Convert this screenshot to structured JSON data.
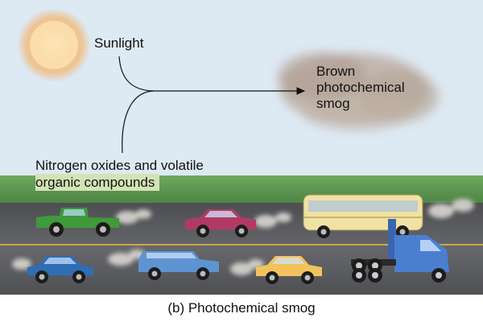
{
  "labels": {
    "sunlight": "Sunlight",
    "smog_line1": "Brown",
    "smog_line2": "photochemical",
    "smog_line3": "smog",
    "nox_line1": "Nitrogen oxides and volatile",
    "nox_line2": "organic compounds"
  },
  "caption": "(b) Photochemical smog",
  "colors": {
    "sky": "#dde9f3",
    "grass": "#5f9a52",
    "road": "#5e5f63",
    "lane_line": "#c9a84a",
    "sun": "#f4b86a",
    "smog": "#b9a79a",
    "exhaust": "#d9d6d0"
  },
  "vehicles": [
    {
      "type": "pickup-truck",
      "color": "#3f9a3a"
    },
    {
      "type": "sedan",
      "color": "#b23a62"
    },
    {
      "type": "bus",
      "color": "#f0e2a2"
    },
    {
      "type": "compact-car",
      "color": "#2f6db5"
    },
    {
      "type": "station-wagon",
      "color": "#5e93d1"
    },
    {
      "type": "sedan",
      "color": "#f2c25c"
    },
    {
      "type": "semi-truck",
      "color": "#4a7fd0"
    }
  ]
}
